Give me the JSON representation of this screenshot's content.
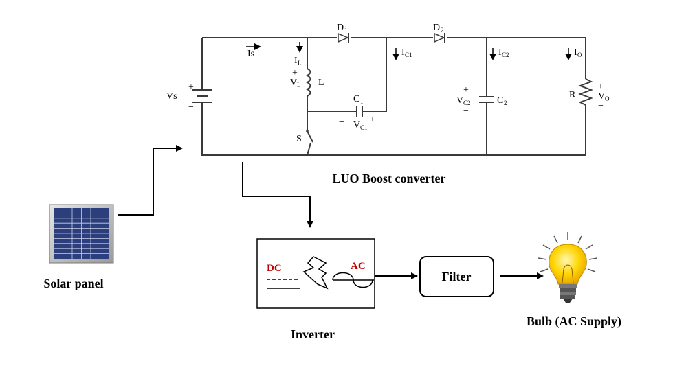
{
  "captions": {
    "luo": "LUO Boost converter",
    "solar": "Solar panel",
    "inverter": "Inverter",
    "filter": "Filter",
    "bulb": "Bulb (AC Supply)"
  },
  "inverter_labels": {
    "dc": "DC",
    "ac": "AC"
  },
  "colors": {
    "dc_ac_text": "#c00000",
    "bulb_yellow": "#f7c600",
    "panel_cells": "#3c4f8f"
  },
  "circuit": {
    "is": "Is",
    "vs": "Vs",
    "l_current": "I",
    "l_current_sub": "L",
    "vl": "V",
    "vl_sub": "L",
    "inductor": "L",
    "d1": "D",
    "d1_sub": "1",
    "d2": "D",
    "d2_sub": "2",
    "ic1": "I",
    "ic1_sub": "C1",
    "ic2": "I",
    "ic2_sub": "C2",
    "io": "I",
    "io_sub": "O",
    "c1": "C",
    "c1_sub": "1",
    "vc1": "V",
    "vc1_sub": "C1",
    "switch": "S",
    "vc2": "V",
    "vc2_sub": "C2",
    "c2": "C",
    "c2_sub": "2",
    "r": "R",
    "vo": "V",
    "vo_sub": "O",
    "plus": "+",
    "minus": "−"
  }
}
